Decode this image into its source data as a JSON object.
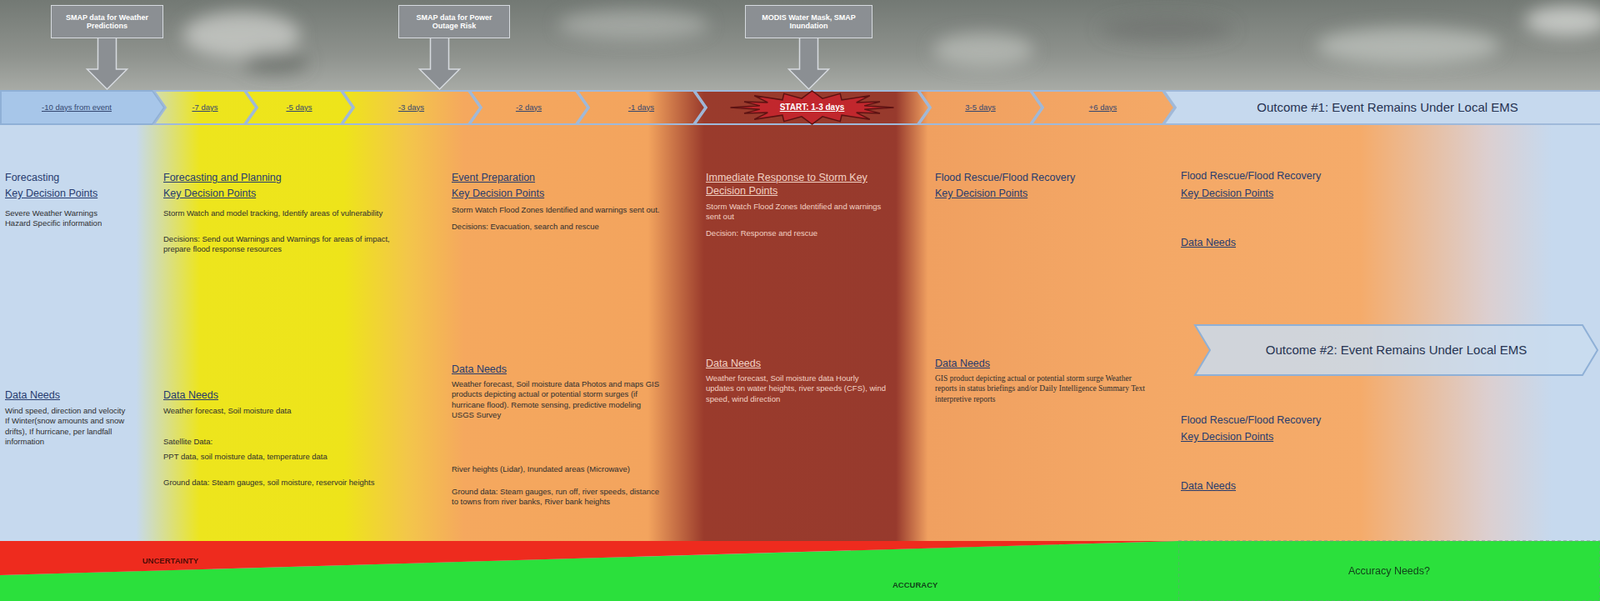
{
  "diagram": {
    "nodes": [
      {
        "text": [
          "SMAP data for Weather Predictions"
        ]
      },
      {
        "text": [
          "SMAP data for Power Outage Risk"
        ]
      },
      {
        "text": [
          "MODIS Water Mask, SMAP Inundation"
        ]
      },
      {
        "text": [
          "-10 days from event"
        ]
      },
      {
        "text": [
          "-7 days"
        ]
      },
      {
        "text": [
          "-5 days"
        ]
      },
      {
        "text": [
          "-3 days"
        ]
      },
      {
        "text": [
          "-2 days"
        ]
      },
      {
        "text": [
          "-1 days"
        ]
      },
      {
        "text": [
          "START: 1-3 days"
        ]
      },
      {
        "text": [
          "3-5 days"
        ]
      },
      {
        "text": [
          "+6 days"
        ]
      },
      {
        "text": [
          "Outcome #1: Event Remains Under Local EMS"
        ]
      },
      {
        "text": [
          "Outcome #2: Event Remains Under Local EMS"
        ]
      },
      {
        "text": [
          "UNCERTAINTY"
        ]
      },
      {
        "text": [
          "ACCURACY"
        ]
      },
      {
        "text": [
          "Accuracy Needs?"
        ]
      }
    ],
    "edges": [
      {
        "from": 0,
        "to": 3,
        "arrow": "to"
      },
      {
        "from": 1,
        "to": 6,
        "arrow": "to"
      },
      {
        "from": 2,
        "to": 9,
        "arrow": "to"
      }
    ],
    "labels": [
      "Forecasting",
      "Key Decision Points",
      "Severe Weather Warnings Hazard Specific information",
      "Data Needs",
      "Wind speed, direction and velocity If Winter(snow amounts and snow drifts), If hurricane, per landfall information",
      "Forecasting and Planning",
      "Key Decision Points",
      "Storm Watch and model tracking, Identify areas of vulnerability",
      "Decisions: Send out Warnings and Warnings for areas of impact, prepare flood response resources",
      "Data Needs",
      "Weather forecast, Soil moisture data",
      "Satellite Data:",
      "PPT data, soil moisture data, temperature data",
      "Ground data: Steam gauges, soil moisture, reservoir heights",
      "Event Preparation",
      "Key Decision Points",
      "Storm Watch Flood Zones Identified and warnings sent out.",
      "Decisions: Evacuation, search and rescue",
      "Data Needs",
      "Weather forecast, Soil moisture data Photos and maps GIS products depicting actual or potential storm surges (if hurricane flood). Remote sensing, predictive modeling USGS Survey",
      "River heights (Lidar), Inundated areas (Microwave)",
      "Ground data: Steam gauges, run off, river speeds, distance to towns from river banks, River bank heights",
      "Immediate Response to Storm Key Decision Points",
      "Storm Watch Flood Zones Identified and warnings sent out",
      "Decision: Response and rescue",
      "Data Needs",
      "Weather forecast, Soil moisture data Hourly updates on water heights, river speeds (CFS), wind speed, wind direction",
      "Flood Rescue/Flood Recovery",
      "Key Decision Points",
      "Data Needs",
      "GIS product depicting actual or potential storm surge Weather reports in status briefings and/or Daily Intelligence Summary Text interpretive reports",
      "Flood Rescue/Flood Recovery",
      "Key Decision Points",
      "Data Needs",
      "Flood Rescue/Flood Recovery",
      "Key Decision Points",
      "Data Needs"
    ]
  }
}
